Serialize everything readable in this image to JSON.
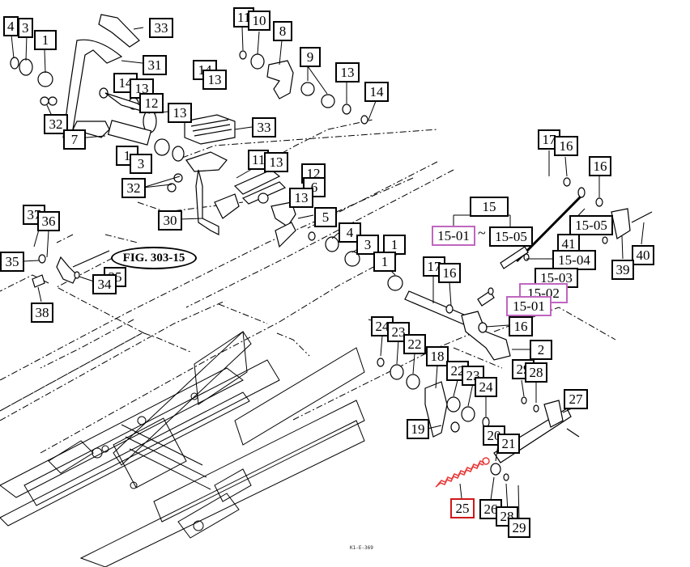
{
  "callouts": [
    {
      "id": "c-4a",
      "text": "4"
    },
    {
      "id": "c-3a",
      "text": "3"
    },
    {
      "id": "c-1a",
      "text": "1"
    },
    {
      "id": "c-33a",
      "text": "33"
    },
    {
      "id": "c-31",
      "text": "31"
    },
    {
      "id": "c-14a",
      "text": "14"
    },
    {
      "id": "c-13a",
      "text": "13"
    },
    {
      "id": "c-12a",
      "text": "12"
    },
    {
      "id": "c-32a",
      "text": "32"
    },
    {
      "id": "c-7",
      "text": "7"
    },
    {
      "id": "c-13b",
      "text": "13"
    },
    {
      "id": "c-33b",
      "text": "33"
    },
    {
      "id": "c-1b",
      "text": "1"
    },
    {
      "id": "c-3b",
      "text": "3"
    },
    {
      "id": "c-32b",
      "text": "32"
    },
    {
      "id": "c-30",
      "text": "30"
    },
    {
      "id": "c-11a",
      "text": "11"
    },
    {
      "id": "c-10",
      "text": "10"
    },
    {
      "id": "c-8",
      "text": "8"
    },
    {
      "id": "c-14b",
      "text": "14"
    },
    {
      "id": "c-13c",
      "text": "13"
    },
    {
      "id": "c-9",
      "text": "9"
    },
    {
      "id": "c-13d",
      "text": "13"
    },
    {
      "id": "c-14c",
      "text": "14"
    },
    {
      "id": "c-11b",
      "text": "11"
    },
    {
      "id": "c-13e",
      "text": "13"
    },
    {
      "id": "c-12b",
      "text": "12"
    },
    {
      "id": "c-6",
      "text": "6"
    },
    {
      "id": "c-13f",
      "text": "13"
    },
    {
      "id": "c-5",
      "text": "5"
    },
    {
      "id": "c-4b",
      "text": "4"
    },
    {
      "id": "c-3c",
      "text": "3"
    },
    {
      "id": "c-1c",
      "text": "1"
    },
    {
      "id": "c-1d",
      "text": "1"
    },
    {
      "id": "c-37",
      "text": "37"
    },
    {
      "id": "c-36",
      "text": "36"
    },
    {
      "id": "c-35a",
      "text": "35"
    },
    {
      "id": "c-35b",
      "text": "35"
    },
    {
      "id": "c-34",
      "text": "34"
    },
    {
      "id": "c-38",
      "text": "38"
    },
    {
      "id": "c-17a",
      "text": "17"
    },
    {
      "id": "c-16a",
      "text": "16"
    },
    {
      "id": "c-16b",
      "text": "16"
    },
    {
      "id": "c-15",
      "text": "15"
    },
    {
      "id": "c-15-05a",
      "text": "15-05"
    },
    {
      "id": "c-15-05b",
      "text": "15-05"
    },
    {
      "id": "c-41",
      "text": "41"
    },
    {
      "id": "c-40",
      "text": "40"
    },
    {
      "id": "c-15-04",
      "text": "15-04"
    },
    {
      "id": "c-39",
      "text": "39"
    },
    {
      "id": "c-15-03",
      "text": "15-03"
    },
    {
      "id": "c-17b",
      "text": "17"
    },
    {
      "id": "c-16c",
      "text": "16"
    },
    {
      "id": "c-16d",
      "text": "16"
    },
    {
      "id": "c-2",
      "text": "2"
    },
    {
      "id": "c-24a",
      "text": "24"
    },
    {
      "id": "c-23a",
      "text": "23"
    },
    {
      "id": "c-22a",
      "text": "22"
    },
    {
      "id": "c-18",
      "text": "18"
    },
    {
      "id": "c-22b",
      "text": "22"
    },
    {
      "id": "c-23b",
      "text": "23"
    },
    {
      "id": "c-24b",
      "text": "24"
    },
    {
      "id": "c-29a",
      "text": "29"
    },
    {
      "id": "c-28a",
      "text": "28"
    },
    {
      "id": "c-27",
      "text": "27"
    },
    {
      "id": "c-19",
      "text": "19"
    },
    {
      "id": "c-20",
      "text": "20"
    },
    {
      "id": "c-21",
      "text": "21"
    },
    {
      "id": "c-26",
      "text": "26"
    },
    {
      "id": "c-28b",
      "text": "28"
    },
    {
      "id": "c-29b",
      "text": "29"
    }
  ],
  "magenta_callouts": [
    {
      "id": "m-15-01a",
      "text": "15-01"
    },
    {
      "id": "m-15-02",
      "text": "15-02"
    },
    {
      "id": "m-15-01b",
      "text": "15-01"
    }
  ],
  "highlighted_callout": {
    "text": "25",
    "color": "#d01818"
  },
  "range_separator": "~",
  "figure_reference": "FIG. 303-15",
  "drawing_code": "K1-E-369",
  "colors": {
    "line": "#000000",
    "magenta": "#c066c0",
    "highlight": "#d01818",
    "spring": "#e83a3a"
  }
}
